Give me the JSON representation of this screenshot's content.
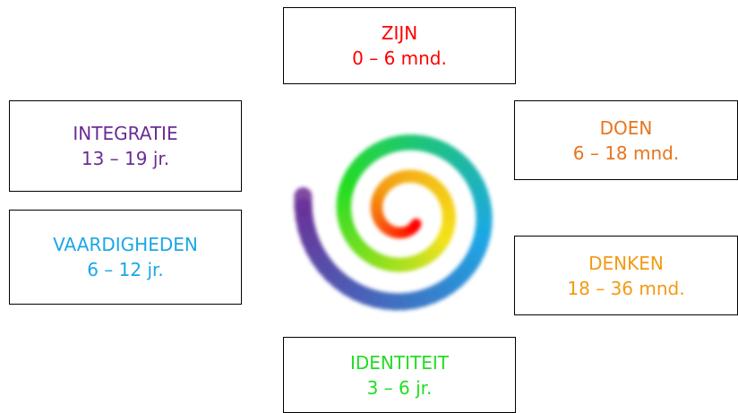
{
  "stages": {
    "zijn": {
      "name": "ZIJN",
      "age": "0 – 6 mnd.",
      "color": "#ff0000"
    },
    "doen": {
      "name": "DOEN",
      "age": "6 – 18 mnd.",
      "color": "#e8741c"
    },
    "denken": {
      "name": "DENKEN",
      "age": "18 – 36 mnd.",
      "color": "#f39a12"
    },
    "identiteit": {
      "name": "IDENTITEIT",
      "age": "3 – 6 jr.",
      "color": "#22dd22"
    },
    "vaardigheden": {
      "name": "VAARDIGHEDEN",
      "age": "6 – 12 jr.",
      "color": "#1aa7e6"
    },
    "integratie": {
      "name": "INTEGRATIE",
      "age": "13 – 19 jr.",
      "color": "#6a2c95"
    }
  },
  "spiral_colors": [
    "#6a2c95",
    "#1aa7e6",
    "#22dd22",
    "#f5e21a",
    "#f39a12",
    "#ff0000"
  ]
}
